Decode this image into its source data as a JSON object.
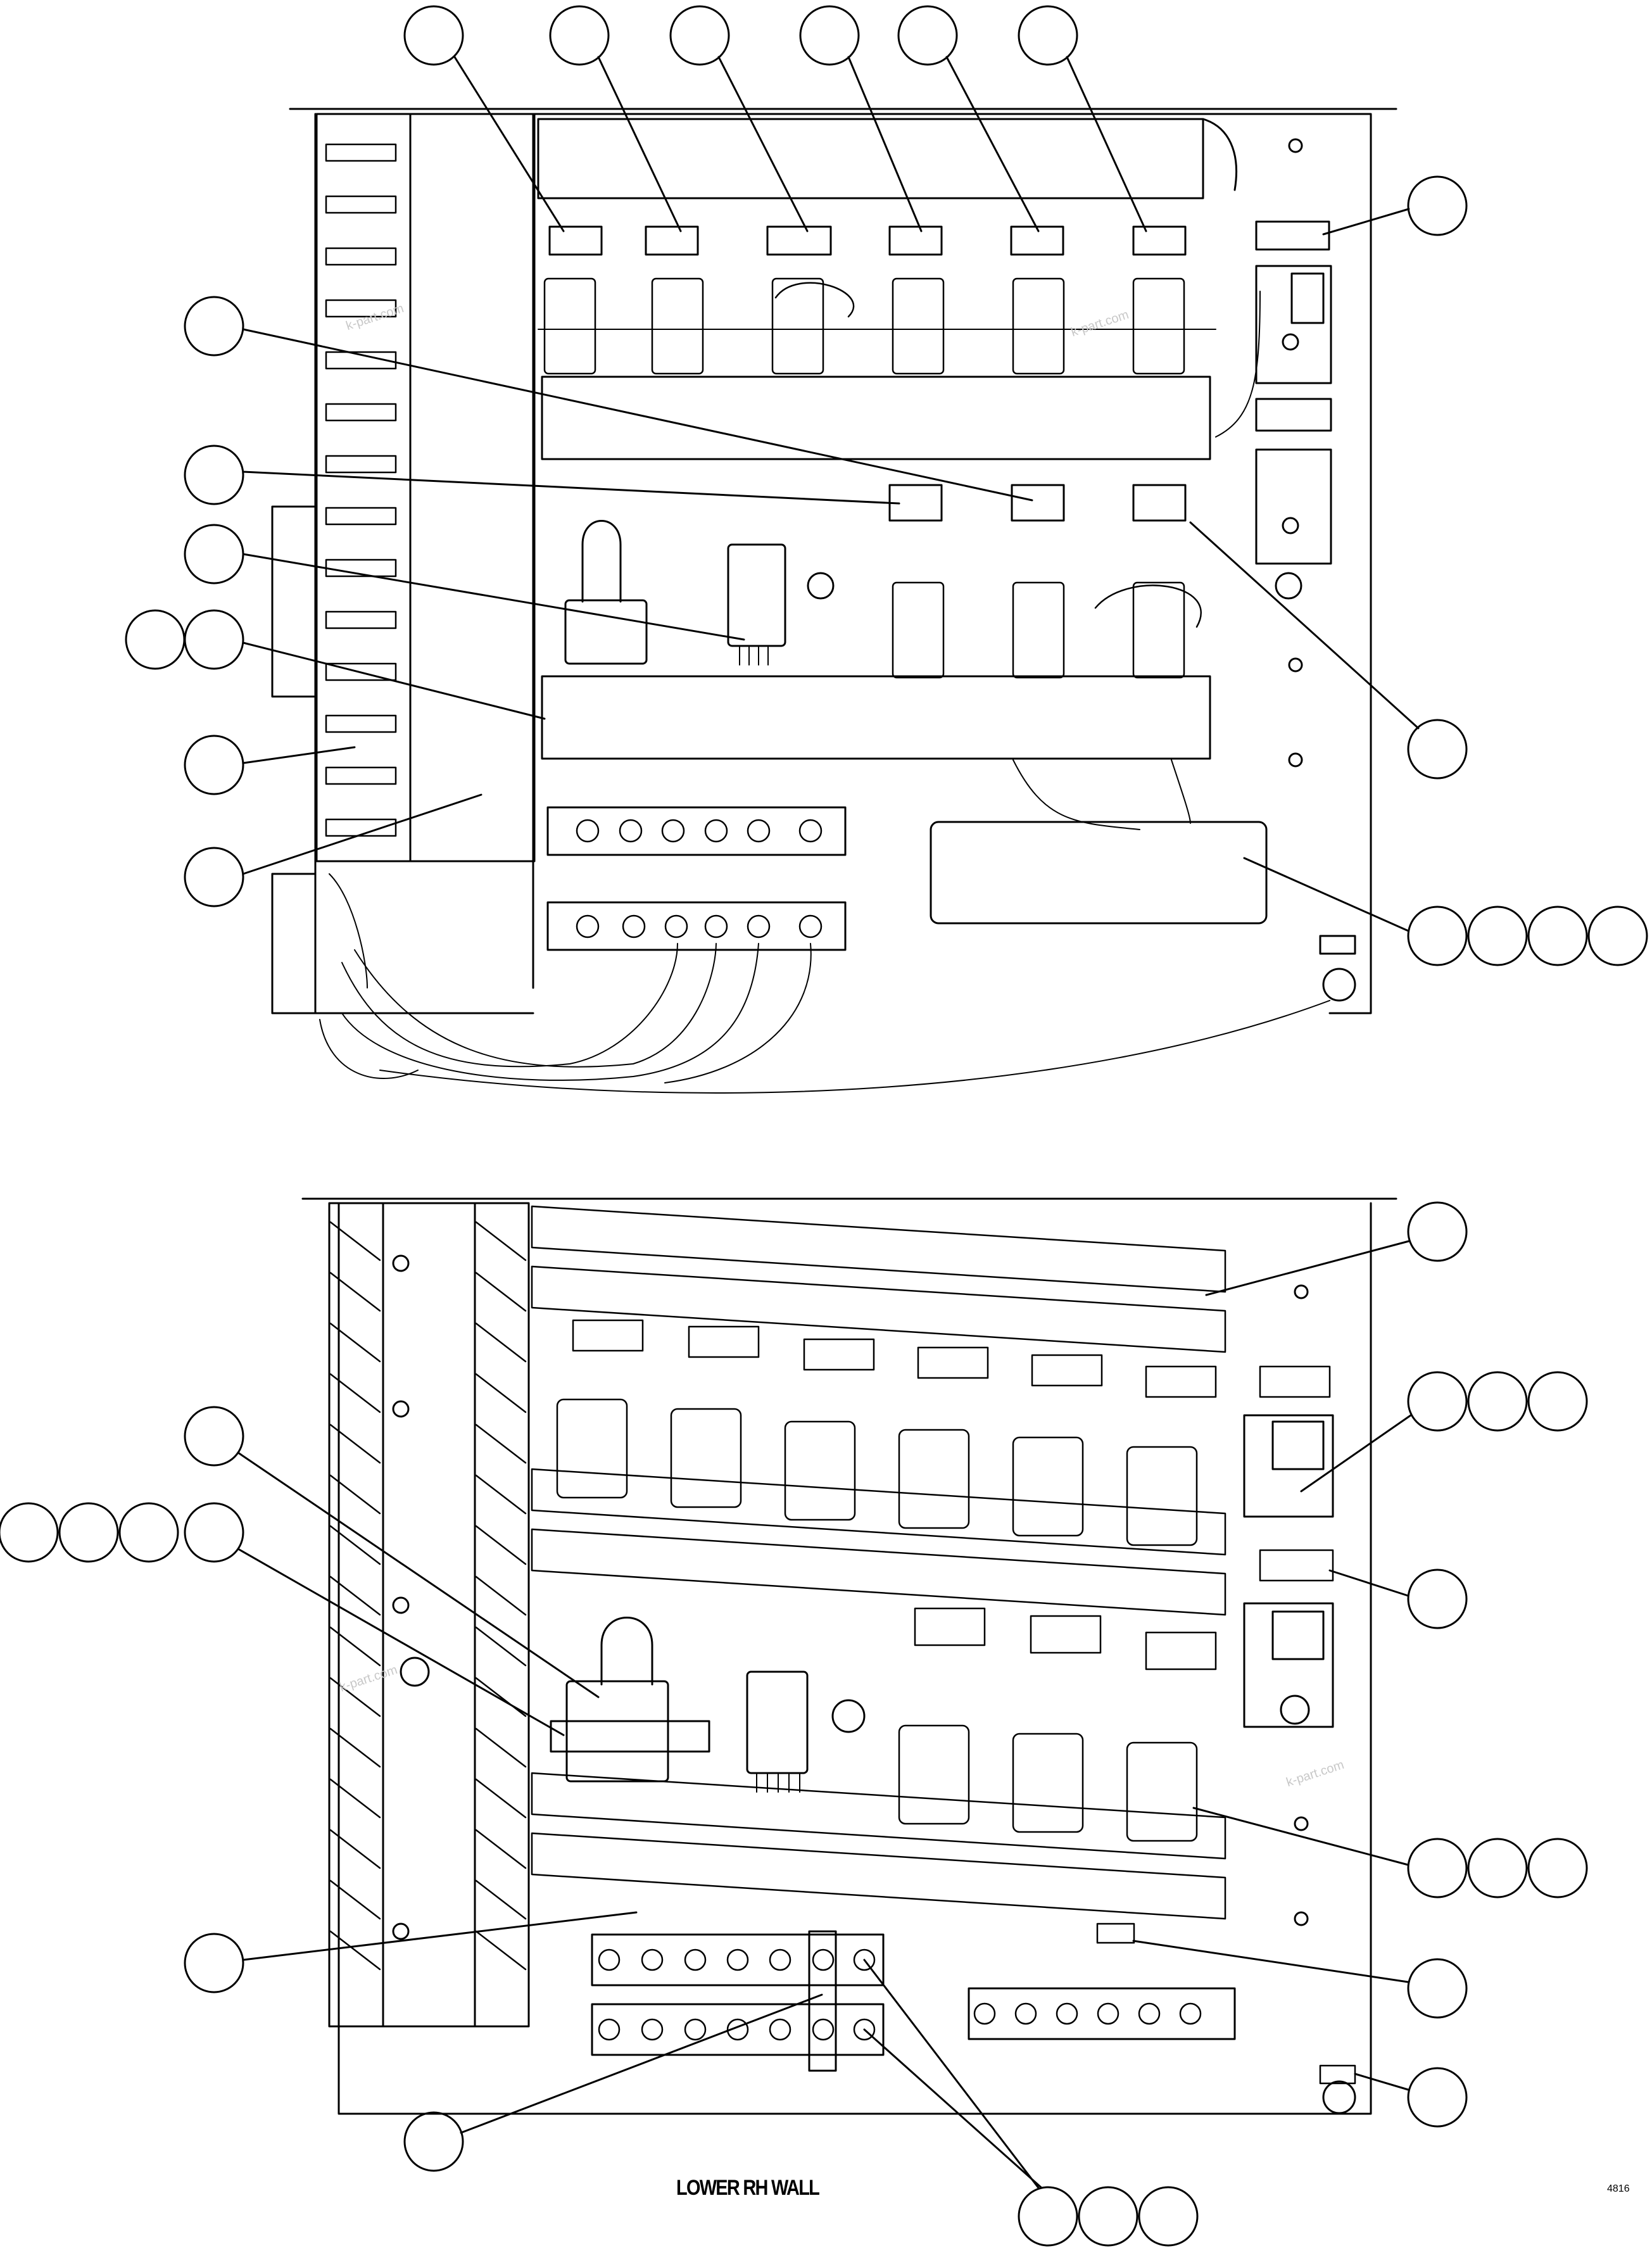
{
  "diagram": {
    "view_label": "LOWER RH WALL",
    "figure_number": "4816",
    "watermark": "k-part.com",
    "colors": {
      "line": "#000000",
      "background": "#ffffff"
    }
  }
}
